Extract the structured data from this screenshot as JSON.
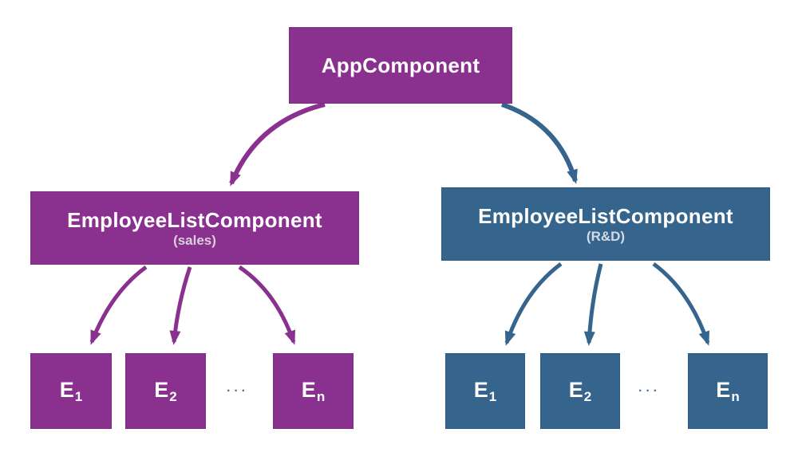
{
  "diagram": {
    "background": "#ffffff",
    "colors": {
      "purple": "#8A3190",
      "purple_border": "#7C2C82",
      "blue": "#35648C",
      "blue_border": "#2E5A7F",
      "label_text": "#FFFFFF",
      "sublabel_text": "#D8D0DB",
      "ellipsis_dots": "#4A76A8"
    },
    "root": {
      "label": "AppComponent"
    },
    "branches": [
      {
        "name": "sales",
        "label": "EmployeeListComponent",
        "sublabel": "(sales)",
        "color": "#8A3190",
        "ellipsis": "···",
        "leaves": [
          {
            "base": "E",
            "sub": "1"
          },
          {
            "base": "E",
            "sub": "2"
          },
          {
            "base": "E",
            "sub": "n"
          }
        ]
      },
      {
        "name": "rnd",
        "label": "EmployeeListComponent",
        "sublabel": "(R&D)",
        "color": "#35648C",
        "ellipsis": "···",
        "leaves": [
          {
            "base": "E",
            "sub": "1"
          },
          {
            "base": "E",
            "sub": "2"
          },
          {
            "base": "E",
            "sub": "n"
          }
        ]
      }
    ]
  }
}
